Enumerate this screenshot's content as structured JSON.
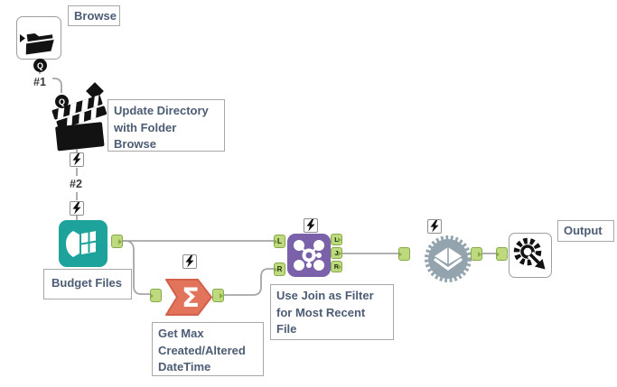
{
  "colors": {
    "input_teal": "#1DA39B",
    "summarize_orange": "#E2745B",
    "summarize_orange_dark": "#D2604A",
    "join_purple": "#7A61A9",
    "dynamic_gray": "#93A4AE",
    "anchor_green": "#BFDA7E",
    "anchor_green_dark": "#84AB4A",
    "wire_gray": "#A6A6A6",
    "annotation_text": "#4C5C74",
    "annotation_border": "#A8A8A8",
    "icon_black": "#121212"
  },
  "annotations": {
    "browse": "Browse",
    "update_directory": "Update Directory\nwith Folder\nBrowse",
    "budget_files": "Budget Files",
    "get_max": "Get Max\nCreated/Altered\nDateTime",
    "use_join": "Use Join as Filter\nfor Most Recent\nFile",
    "output": "Output"
  },
  "connection_labels": {
    "first": "#1",
    "second": "#2"
  },
  "anchors": {
    "question": "Q",
    "join_input_left": "L",
    "join_input_right": "R",
    "join_output_left": "L",
    "join_output_join": "J",
    "join_output_right": "R"
  },
  "icons": {
    "sigma": "Σ"
  }
}
